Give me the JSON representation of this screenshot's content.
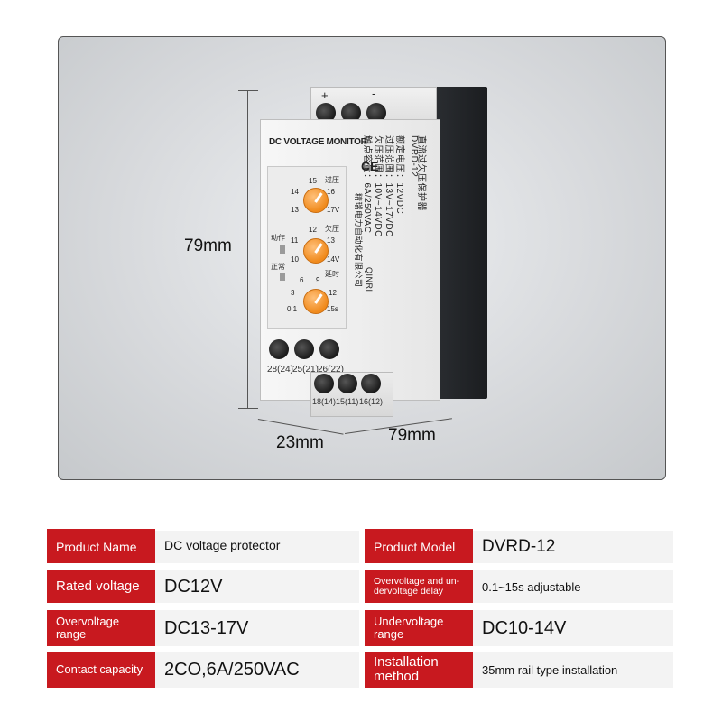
{
  "dimensions": {
    "height": "79mm",
    "width_front": "23mm",
    "depth": "79mm"
  },
  "device": {
    "title": "DC VOLTAGE MONITOR",
    "plus": "+",
    "minus": "-",
    "knob1": {
      "ticks": [
        "14",
        "15",
        "16",
        "17V",
        "13"
      ],
      "label": "过压"
    },
    "knob2": {
      "ticks": [
        "11",
        "12",
        "13",
        "14V",
        "10"
      ],
      "label": "欠压"
    },
    "knob3": {
      "ticks": [
        "3",
        "6",
        "9",
        "12",
        "15s",
        "0.1"
      ],
      "label": "延时"
    },
    "led_action": "动作",
    "led_normal": "正常",
    "terminals_upper": [
      "28(24)",
      "25(21)",
      "26(22)"
    ],
    "terminals_lower": [
      "18(14)",
      "15(11)",
      "16(12)"
    ],
    "side_lines": [
      "直流过欠压保护器",
      "DVRD-12",
      "额定电压：12VDC",
      "过压范围：13V~17VDC",
      "欠压范围：10V~14VDC",
      "触点容量：6A/250VAC",
      "精瑞电力自动化有限公司"
    ],
    "ce_mark": "CE",
    "brand": "QINRI"
  },
  "specs": [
    {
      "label": "Product Name",
      "value": "DC voltage protector"
    },
    {
      "label": "Product Model",
      "value": "DVRD-12"
    },
    {
      "label": "Rated voltage",
      "value": "DC12V"
    },
    {
      "label": "Overvoltage and un-dervoltage delay",
      "value": "0.1~15s adjustable"
    },
    {
      "label": "Overvoltage range",
      "value": "DC13-17V"
    },
    {
      "label": "Undervoltage range",
      "value": "DC10-14V"
    },
    {
      "label": "Contact capacity",
      "value": "2CO,6A/250VAC"
    },
    {
      "label": "Installation method",
      "value": "35mm rail type installation"
    }
  ],
  "colors": {
    "accent_red": "#c8191f",
    "knob_orange": "#f08a1c",
    "value_bg": "#f3f3f3"
  }
}
